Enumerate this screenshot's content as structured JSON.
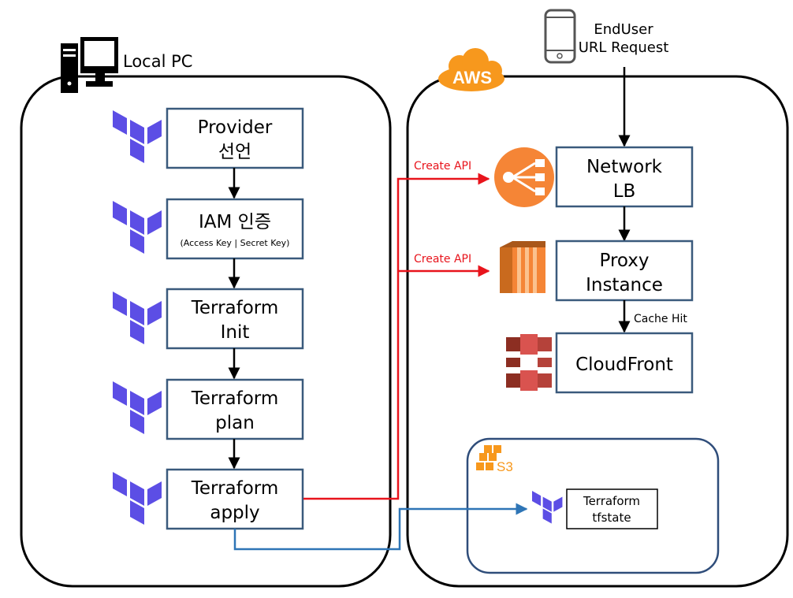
{
  "local": {
    "label": "Local PC",
    "steps": [
      {
        "line1": "Provider",
        "line2": "선언",
        "sub": ""
      },
      {
        "line1": "IAM 인증",
        "line2": "",
        "sub": "(Access Key | Secret Key)"
      },
      {
        "line1": "Terraform",
        "line2": "Init",
        "sub": ""
      },
      {
        "line1": "Terraform",
        "line2": "plan",
        "sub": ""
      },
      {
        "line1": "Terraform",
        "line2": "apply",
        "sub": ""
      }
    ]
  },
  "aws": {
    "label": "AWS",
    "enduser_line1": "EndUser",
    "enduser_line2": "URL Request",
    "network_lb_line1": "Network",
    "network_lb_line2": "LB",
    "proxy_line1": "Proxy",
    "proxy_line2": "Instance",
    "cloudfront": "CloudFront",
    "cache_hit": "Cache Hit",
    "create_api_1": "Create API",
    "create_api_2": "Create API",
    "s3_label": "S3",
    "tfstate_line1": "Terraform",
    "tfstate_line2": "tfstate"
  },
  "colors": {
    "terraform": "#5c4ee5",
    "red_arrow": "#e8141c",
    "blue_arrow": "#2e75b6",
    "box_border": "#3a5a7c",
    "s3_border": "#2f4d7a",
    "aws_orange": "#f7981d",
    "ec2": "#e8862e",
    "cloudfront": "#d9534f"
  }
}
